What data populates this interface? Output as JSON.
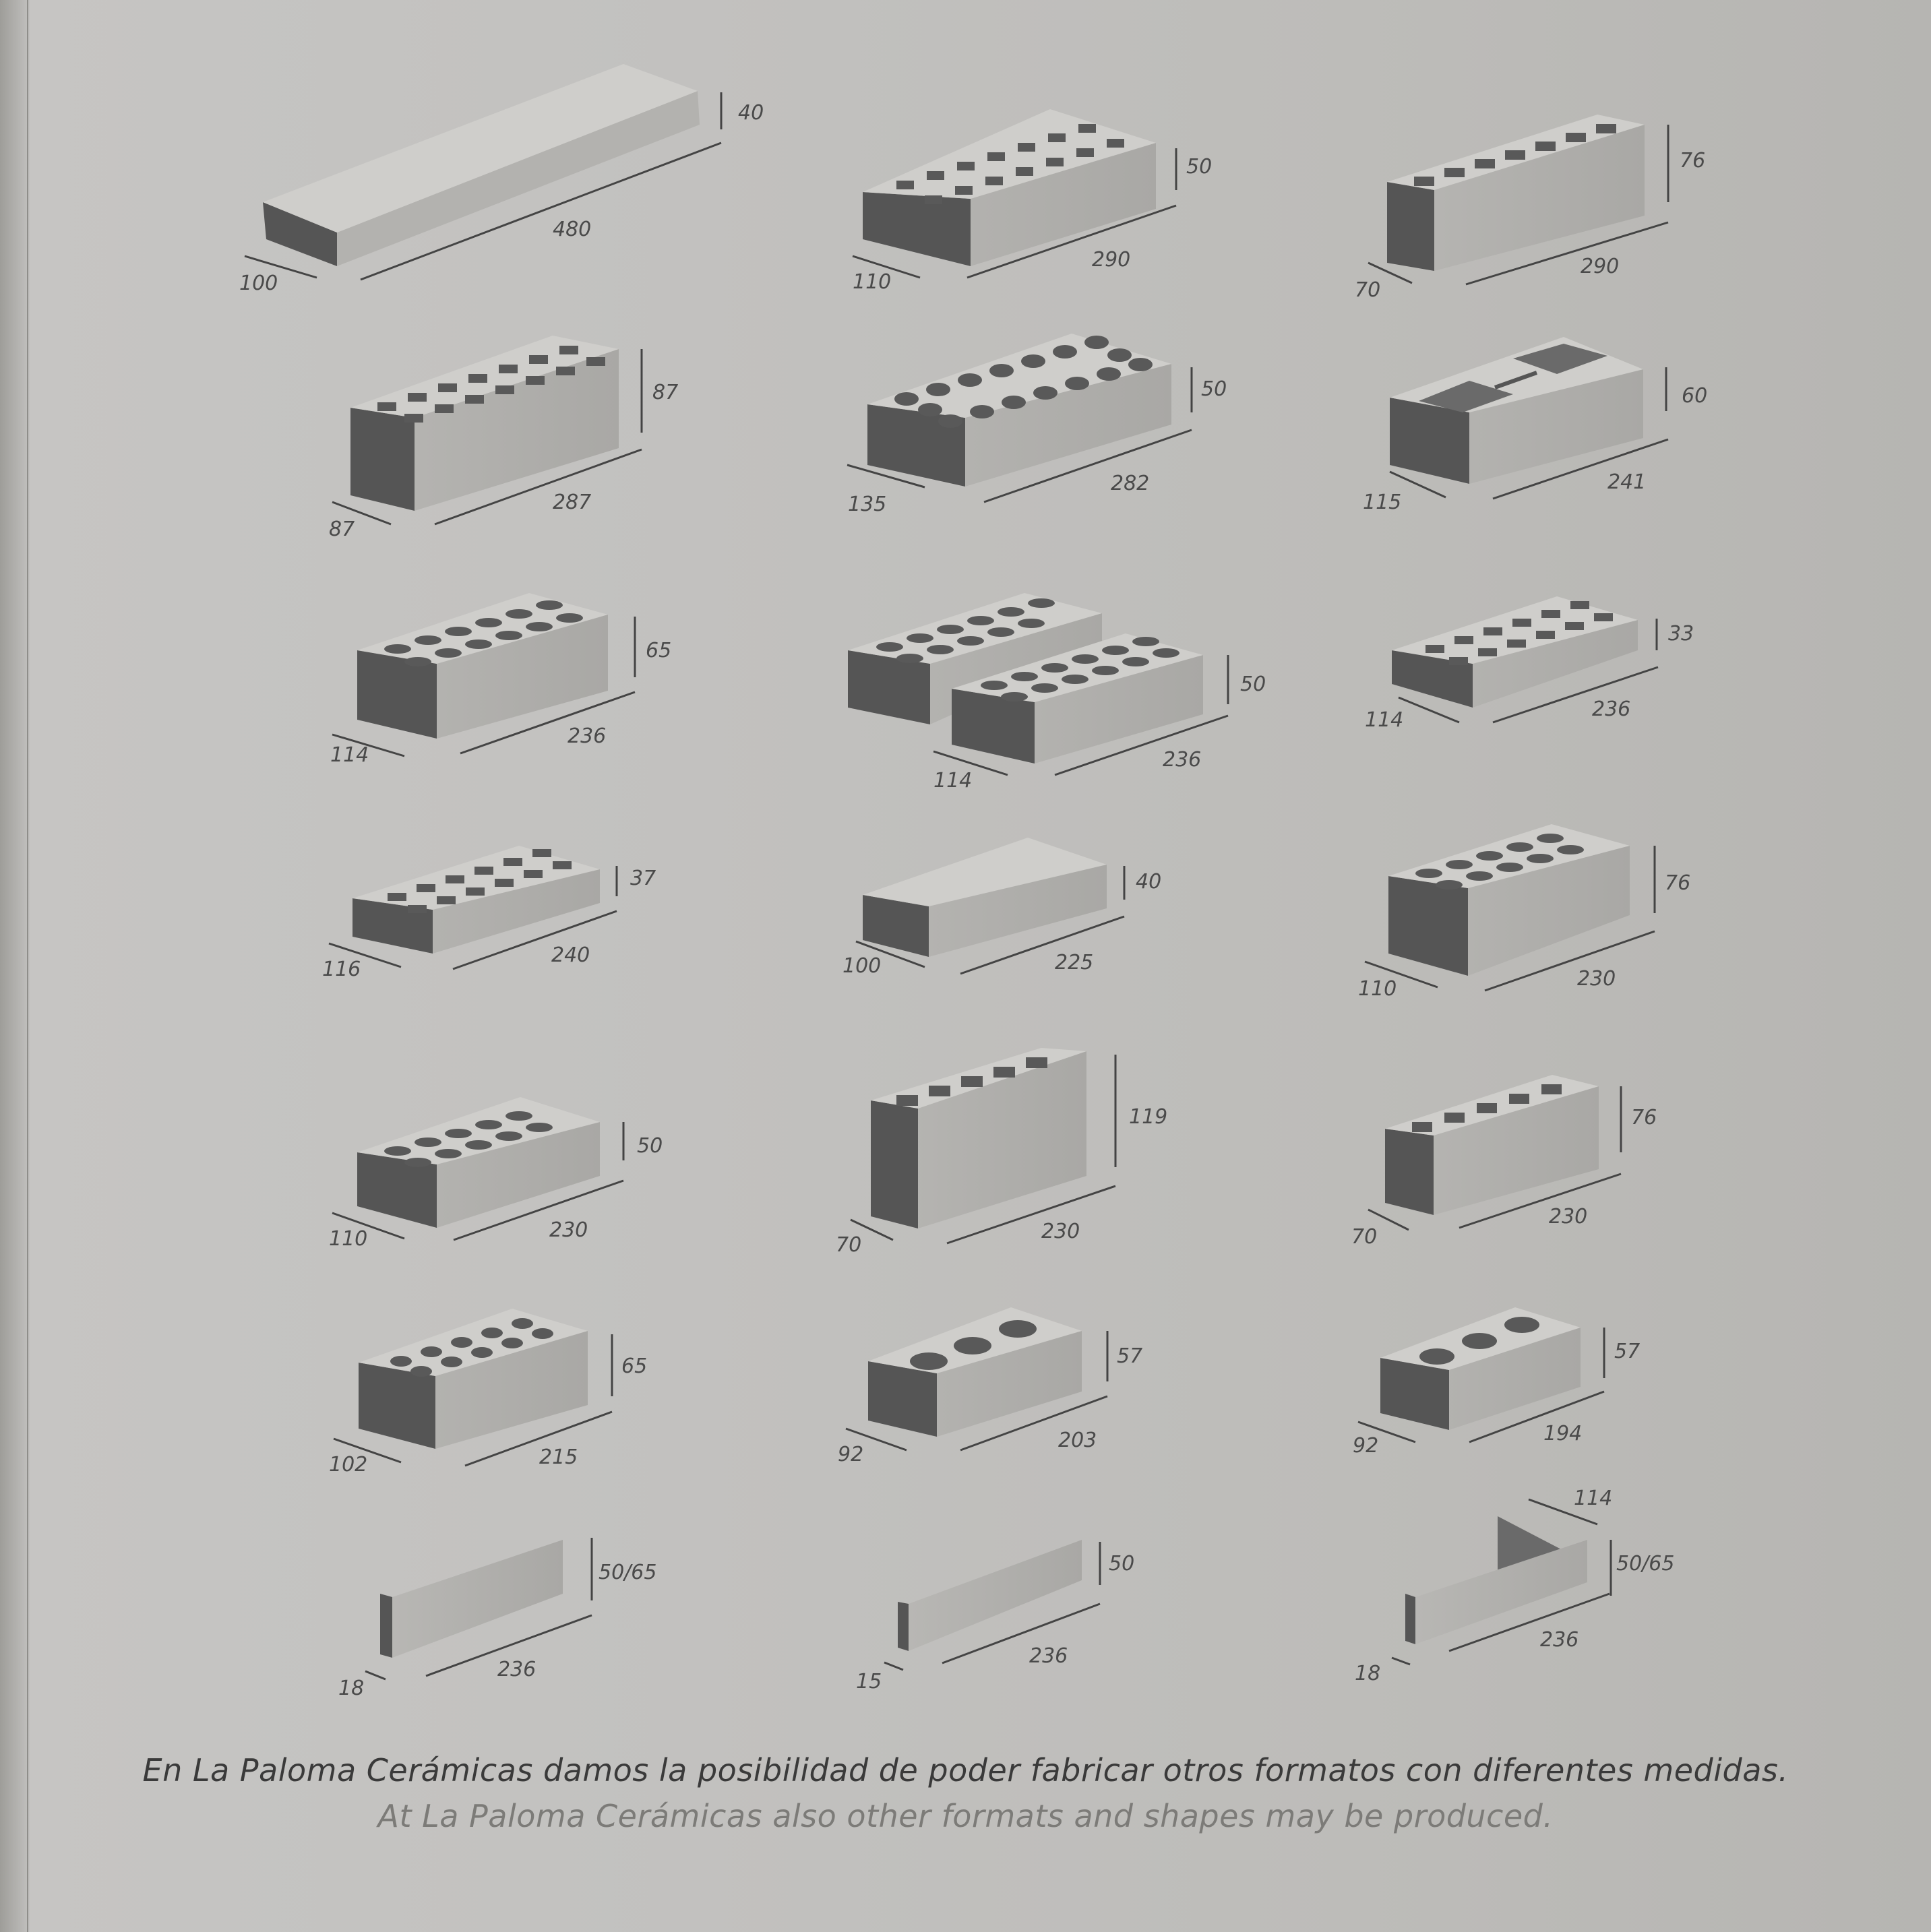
{
  "dimension_labels": {
    "r1c1": [
      "100",
      "480",
      "40"
    ],
    "r1c2": [
      "110",
      "290",
      "50"
    ],
    "r1c3": [
      "70",
      "290",
      "76"
    ],
    "r2c1": [
      "87",
      "287",
      "87"
    ],
    "r2c2": [
      "135",
      "282",
      "50"
    ],
    "r2c3": [
      "115",
      "241",
      "60"
    ],
    "r3c1": [
      "114",
      "236",
      "65"
    ],
    "r3c2": [
      "114",
      "236",
      "50"
    ],
    "r3c3": [
      "114",
      "236",
      "33"
    ],
    "r4c1": [
      "116",
      "240",
      "37"
    ],
    "r4c2": [
      "100",
      "225",
      "40"
    ],
    "r4c3": [
      "110",
      "230",
      "76"
    ],
    "r5c1": [
      "110",
      "230",
      "50"
    ],
    "r5c2": [
      "70",
      "230",
      "119"
    ],
    "r5c3": [
      "70",
      "230",
      "76"
    ],
    "r6c1": [
      "102",
      "215",
      "65"
    ],
    "r6c2": [
      "92",
      "203",
      "57"
    ],
    "r6c3": [
      "92",
      "194",
      "57"
    ],
    "r7c1": [
      "18",
      "236",
      "50/65"
    ],
    "r7c2": [
      "15",
      "236",
      "50"
    ],
    "r7c3": [
      "18",
      "236",
      "50/65",
      "114"
    ]
  },
  "footer": {
    "spanish": "En La Paloma Cerámicas damos la posibilidad de poder fabricar otros formatos con diferentes medidas.",
    "english": "At La Paloma Cerámicas also other formats and shapes may be produced."
  }
}
